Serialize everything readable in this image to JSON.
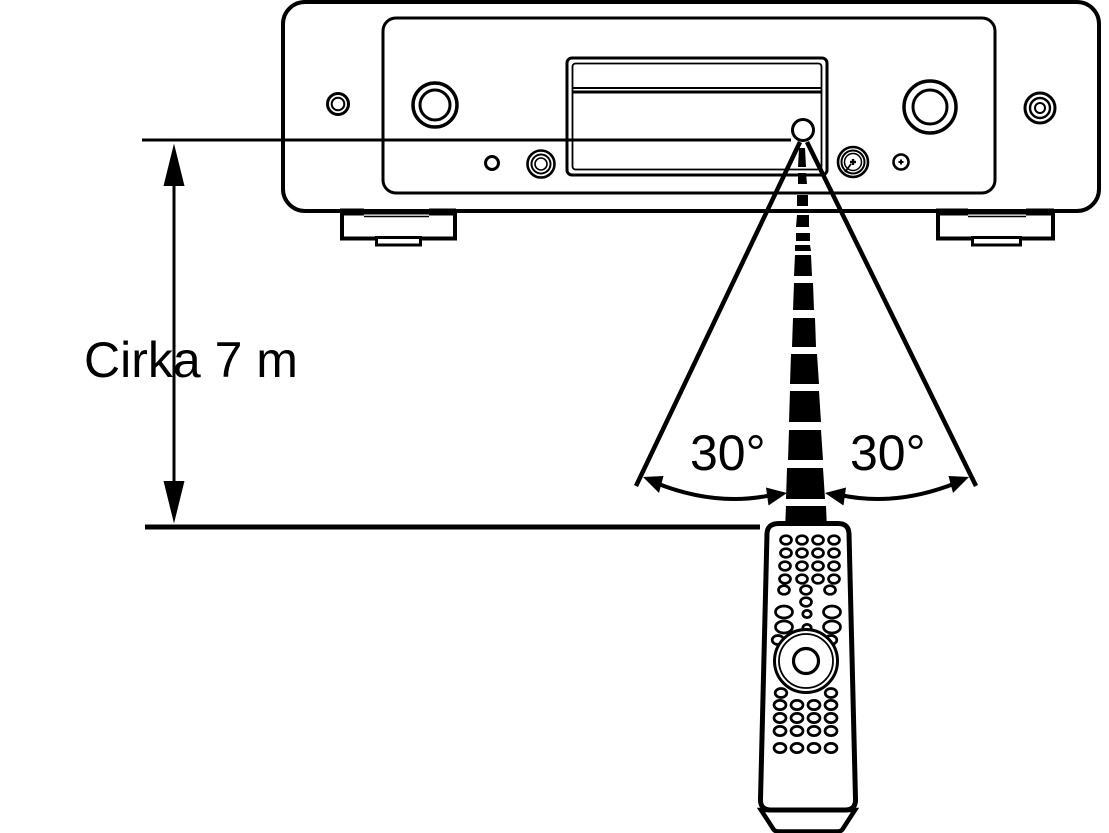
{
  "page": {
    "background": "#ffffff",
    "ink": "#000000"
  },
  "labels": {
    "distance": "Cirka 7 m",
    "angle_left": "30°",
    "angle_right": "30°"
  },
  "icons": {
    "device": "audio-device-front-panel",
    "disc_tray": "disc-tray-slot",
    "remote_sensor": "remote-sensor-circle",
    "ir_beam": "dashed-ir-beam",
    "range_cone": "reception-cone-lines",
    "distance_arrow": "vertical-double-arrow",
    "angle_arrows": "curved-double-arrows",
    "remote": "remote-control-handset"
  }
}
